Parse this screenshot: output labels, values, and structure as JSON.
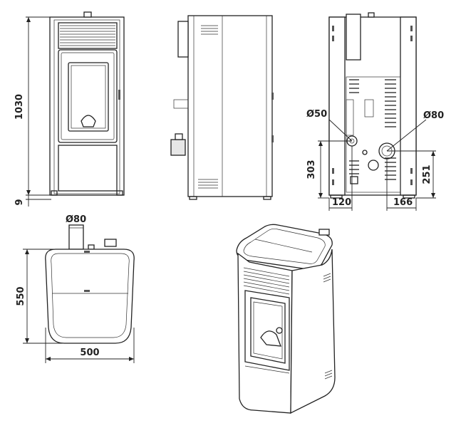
{
  "dimensions": {
    "height_total": "1030",
    "foot_height": "9",
    "flue_side": "Ø50",
    "flue_main": "Ø80",
    "flue_top": "Ø80",
    "flue_side_height": "303",
    "flue_main_height": "251",
    "left_offset": "120",
    "right_offset": "166",
    "depth": "550",
    "width": "500"
  }
}
